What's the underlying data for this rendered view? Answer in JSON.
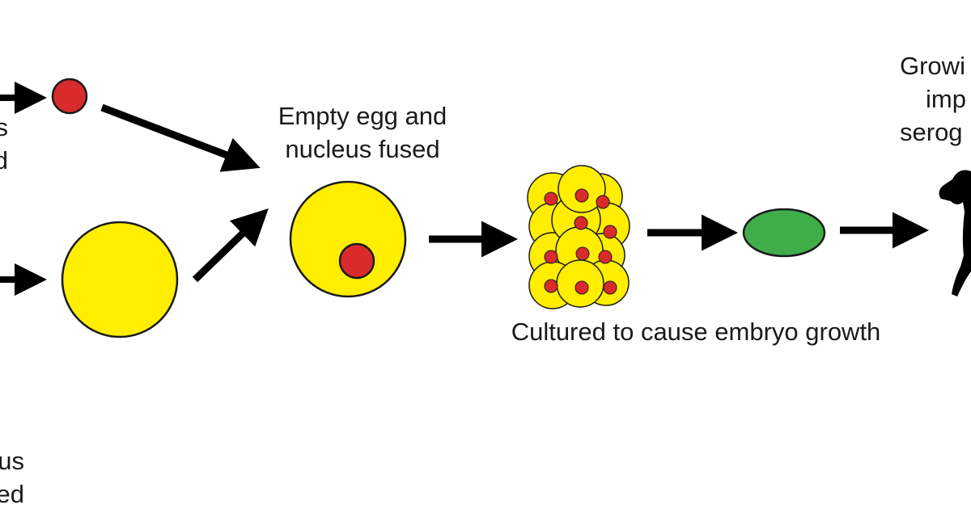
{
  "labels": {
    "top_left_line1": "s",
    "top_left_line2": "d",
    "bottom_left_line1": "us",
    "bottom_left_line2": "ed",
    "fused_line1": "Empty egg and",
    "fused_line2": "nucleus fused",
    "cultured": "Cultured to cause embryo growth",
    "right_line1": "Growi",
    "right_line2": "imp",
    "right_line3": "serog"
  },
  "colors": {
    "egg_yellow": "#ffee00",
    "nucleus_red": "#d92b2b",
    "embryo_green": "#3fae4a",
    "arrow_black": "#000000",
    "outline": "#1a1a1a"
  },
  "icons": {
    "animal": "dog-silhouette-icon"
  }
}
